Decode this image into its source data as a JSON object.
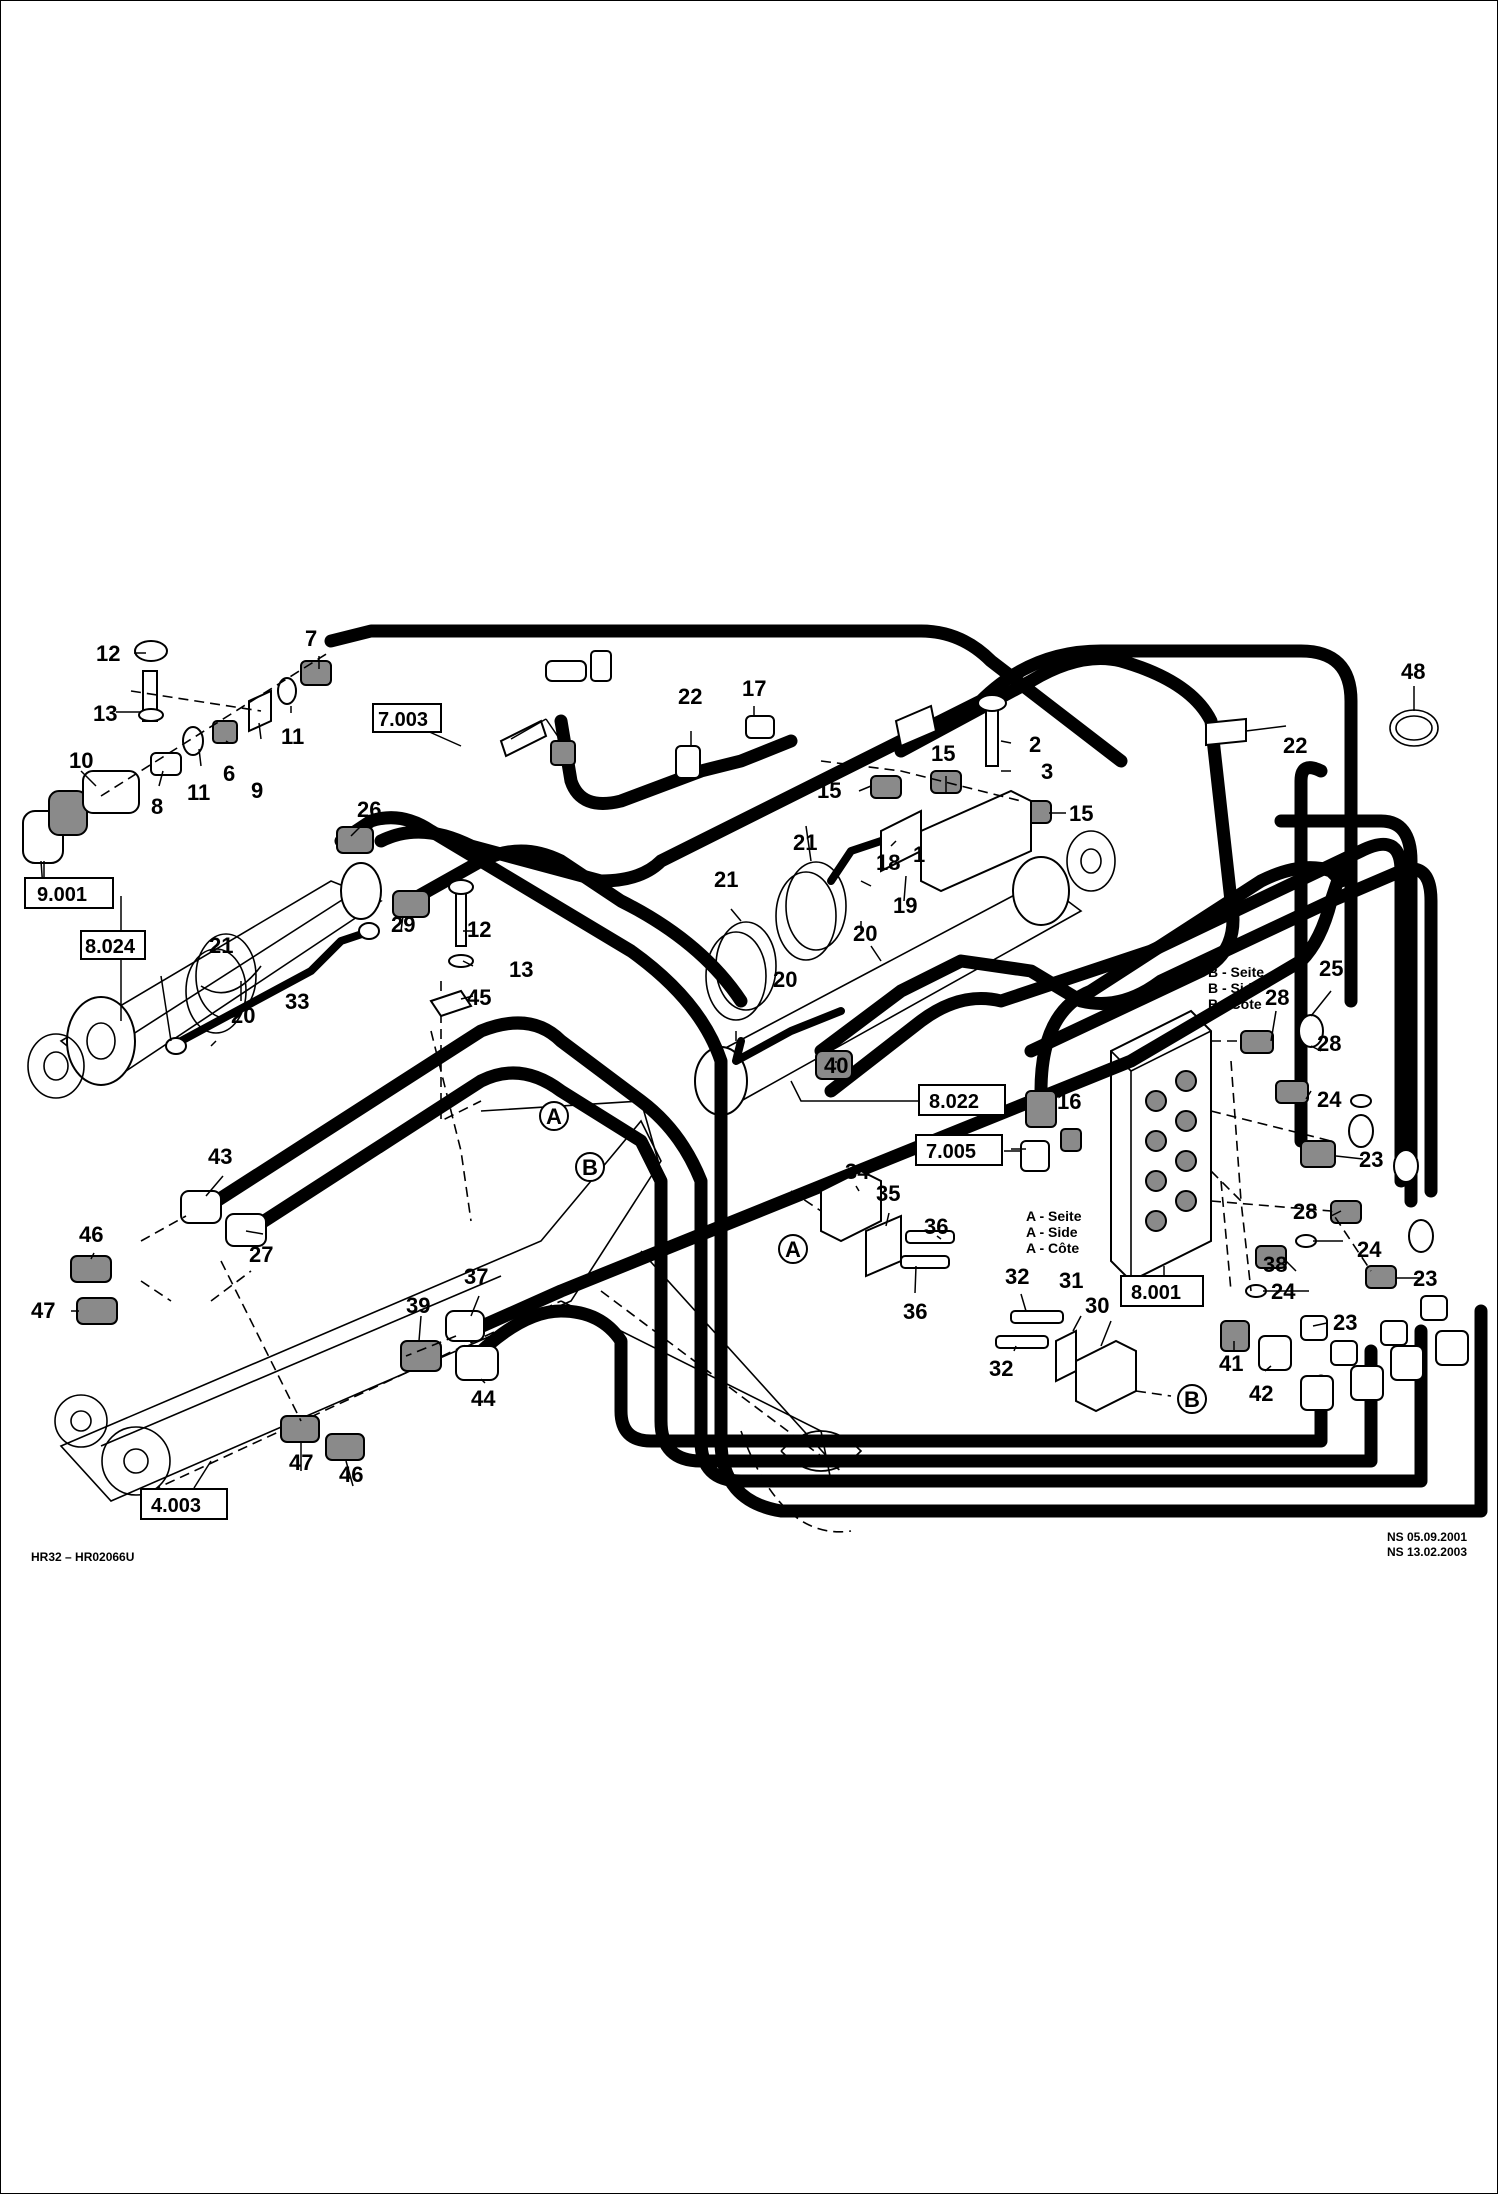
{
  "callouts": [
    "1",
    "2",
    "3",
    "6",
    "7",
    "8",
    "9",
    "10",
    "11",
    "11",
    "12",
    "12",
    "13",
    "13",
    "15",
    "15",
    "15",
    "16",
    "17",
    "18",
    "19",
    "20",
    "20",
    "20",
    "21",
    "21",
    "21",
    "22",
    "22",
    "23",
    "23",
    "23",
    "24",
    "24",
    "24",
    "25",
    "26",
    "27",
    "28",
    "28",
    "28",
    "29",
    "30",
    "31",
    "32",
    "32",
    "33",
    "34",
    "35",
    "36",
    "36",
    "37",
    "38",
    "39",
    "40",
    "41",
    "42",
    "43",
    "44",
    "45",
    "46",
    "46",
    "47",
    "47",
    "48"
  ],
  "references": [
    "7.003",
    "9.001",
    "8.024",
    "8.022",
    "7.005",
    "8.001",
    "4.003"
  ],
  "circle_markers": [
    "A",
    "B",
    "A",
    "B"
  ],
  "side_b": [
    "B - Seite",
    "B - Side",
    "B - Côte"
  ],
  "side_a": [
    "A - Seite",
    "A - Side",
    "A - Côte"
  ],
  "footer": {
    "left": "HR32  –  HR02066U",
    "date1": "NS 05.09.2001",
    "date2": "NS 13.02.2003"
  }
}
